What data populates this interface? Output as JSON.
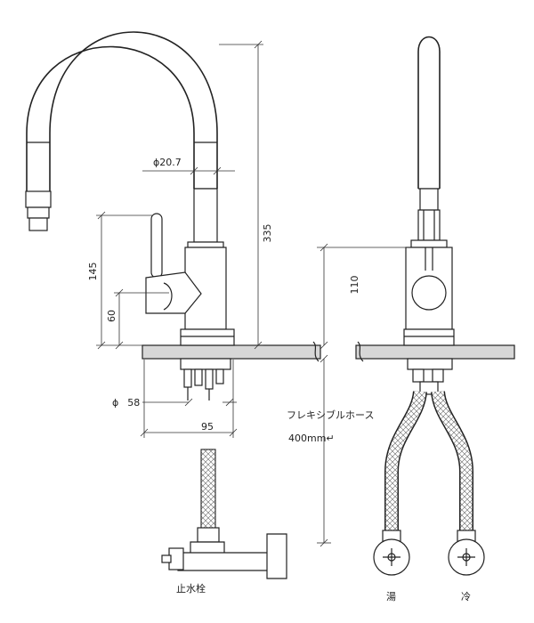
{
  "dimensions": {
    "height_total": "335",
    "spout_diameter_symbol": "ϕ",
    "spout_diameter": "20.7",
    "handle_height": "145",
    "handle_center": "60",
    "body_height": "110",
    "base_diameter_symbol": "ϕ",
    "base_diameter": "58",
    "width": "95"
  },
  "hose": {
    "name": "フレキシブルホース",
    "length": "400mm↵"
  },
  "labels": {
    "stop_valve": "止水栓",
    "hot": "湯",
    "cold": "冷"
  }
}
